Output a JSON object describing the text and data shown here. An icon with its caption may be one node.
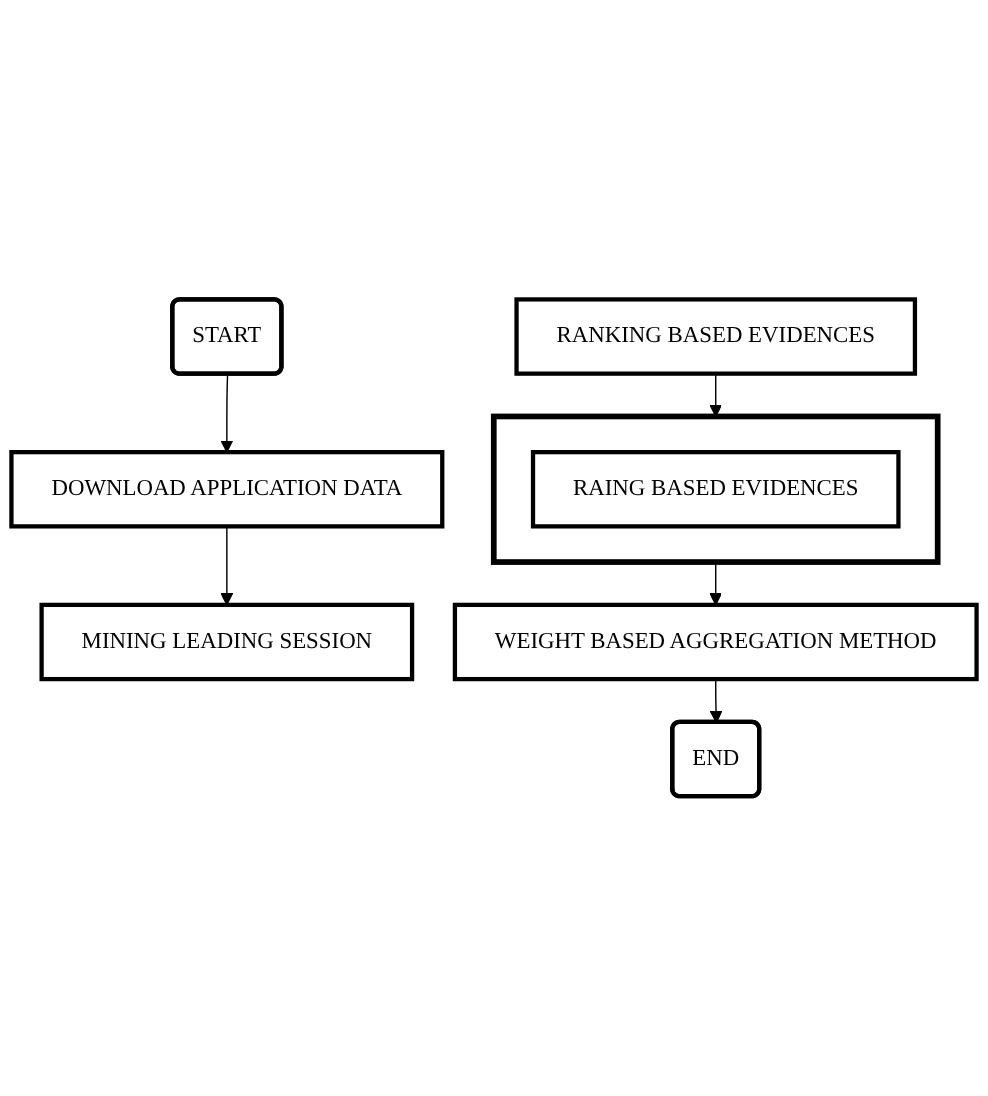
{
  "diagram": {
    "nodes": [
      {
        "text": [
          "START"
        ]
      },
      {
        "text": [
          "DOWNLOAD APPLICATION DATA"
        ]
      },
      {
        "text": [
          "MINING LEADING SESSION"
        ]
      },
      {
        "text": [
          "RANKING BASED EVIDENCES"
        ]
      },
      {
        "text": [],
        "shape": "box"
      },
      {
        "text": [
          "RAING BASED EVIDENCES"
        ],
        "in": 4
      },
      {
        "text": [
          "WEIGHT BASED AGGREGATION METHOD"
        ]
      },
      {
        "text": [
          "END"
        ]
      }
    ],
    "edges": [
      {
        "from": 0,
        "to": 1,
        "arrow": "to"
      },
      {
        "from": 1,
        "to": 2,
        "arrow": "to"
      },
      {
        "from": 3,
        "to": 4,
        "arrow": "to"
      },
      {
        "from": 4,
        "to": 6,
        "arrow": "to"
      },
      {
        "from": 6,
        "to": 7,
        "arrow": "to"
      }
    ]
  }
}
